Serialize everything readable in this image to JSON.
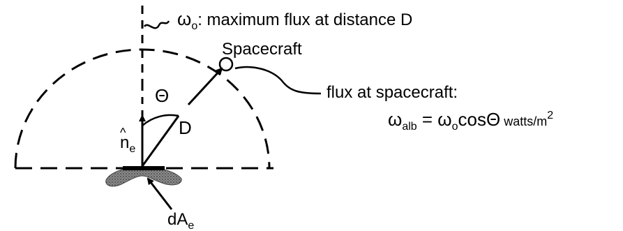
{
  "labels": {
    "omega_symbol": "ω",
    "omega_sub": "o",
    "omega_desc": ": maximum flux at distance D",
    "spacecraft": "Spacecraft",
    "flux_label": "flux at spacecraft:",
    "formula_omega": "ω",
    "formula_alb": "alb",
    "formula_eq": " = ω",
    "formula_o": "o",
    "formula_cos": "cosΘ",
    "formula_units": " watts/m",
    "formula_exp": "2",
    "theta": "Θ",
    "distance": "D",
    "normal_n": "n",
    "normal_hat": "^",
    "normal_sub": "e",
    "area_d": "dA",
    "area_sub": "e"
  },
  "colors": {
    "ink": "#000000",
    "patch": "#6e6e6e",
    "background": "#ffffff"
  }
}
